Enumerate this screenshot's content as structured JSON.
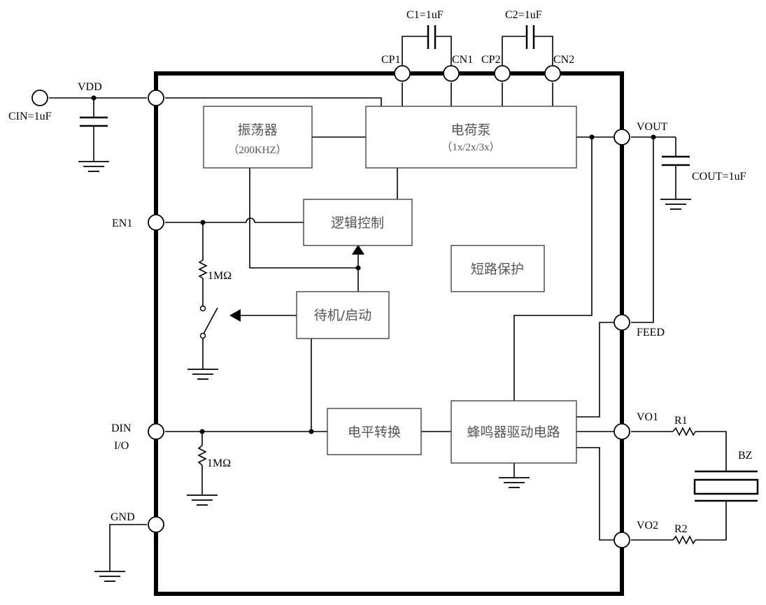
{
  "pins": {
    "vdd": "VDD",
    "en1": "EN1",
    "din": "DIN",
    "io": "I/O",
    "gnd": "GND",
    "cp1": "CP1",
    "cn1": "CN1",
    "cp2": "CP2",
    "cn2": "CN2",
    "vout": "VOUT",
    "feed": "FEED",
    "vo1": "VO1",
    "vo2": "VO2"
  },
  "components": {
    "cin": "CIN=1uF",
    "c1": "C1=1uF",
    "c2": "C2=1uF",
    "cout": "COUT=1uF",
    "r_en": "1MΩ",
    "r_din": "1MΩ",
    "r1": "R1",
    "r2": "R2",
    "bz": "BZ"
  },
  "blocks": {
    "oscillator": "振荡器",
    "oscillator_freq": "（200KHZ）",
    "charge_pump": "电荷泵",
    "charge_pump_modes": "（1x/2x/3x）",
    "logic": "逻辑控制",
    "short_protect": "短路保护",
    "standby": "待机/启动",
    "level_shift": "电平转换",
    "buzzer_driver": "蜂鸣器驱动电路"
  }
}
